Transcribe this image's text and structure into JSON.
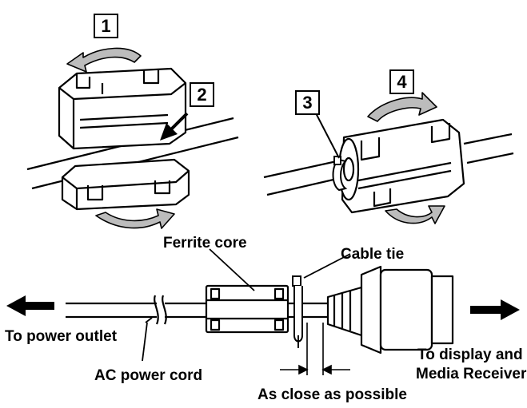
{
  "steps": {
    "s1": "1",
    "s2": "2",
    "s3": "3",
    "s4": "4"
  },
  "labels": {
    "ferrite_core": "Ferrite core",
    "cable_tie": "Cable tie",
    "to_power_outlet": "To power outlet",
    "ac_power_cord": "AC power cord",
    "as_close_as_possible": "As close as possible",
    "to_display_line1": "To display and",
    "to_display_line2": "Media Receiver"
  },
  "colors": {
    "ink": "#000000",
    "arrow_gray": "#bcbcbc",
    "paper": "#ffffff"
  }
}
